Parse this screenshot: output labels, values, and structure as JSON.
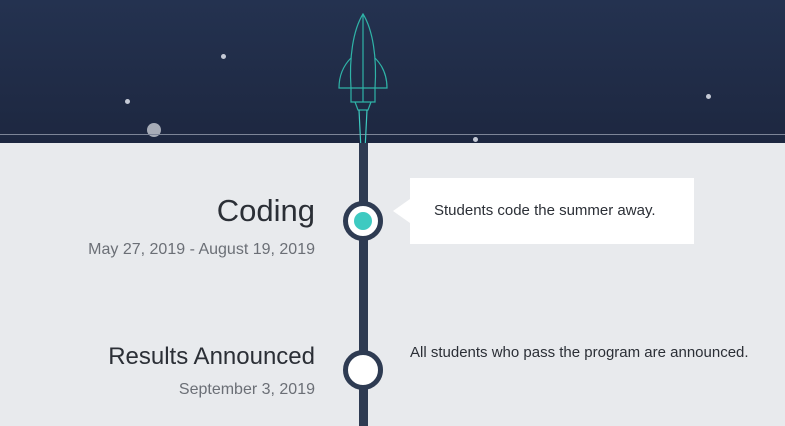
{
  "colors": {
    "hero_background": "#1e2a44",
    "page_background": "#e8eaed",
    "timeline": "#2e3b52",
    "accent": "#3ecac1",
    "card": "#ffffff"
  },
  "hero": {
    "icons": [
      "rocket-icon",
      "planet-icon"
    ]
  },
  "timeline": {
    "events": [
      {
        "title": "Coding",
        "dates": "May 27, 2019 - August 19, 2019",
        "description": "Students code the summer away.",
        "state": "active"
      },
      {
        "title": "Results Announced",
        "dates": "September 3, 2019",
        "description": "All students who pass the program are announced.",
        "state": "upcoming"
      }
    ]
  }
}
